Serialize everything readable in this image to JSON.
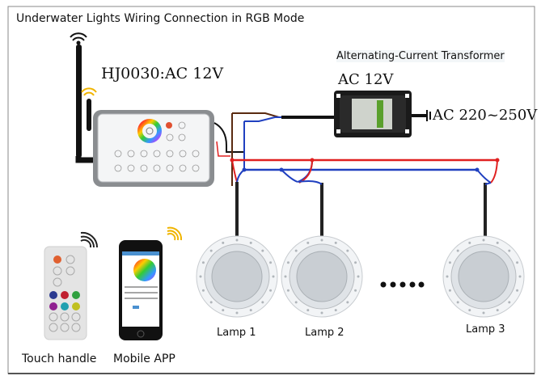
{
  "title": "Underwater Lights Wiring Connection in RGB Mode",
  "controller": {
    "label": "HJ0030:AC 12V"
  },
  "transformer": {
    "title": "Alternating-Current Transformer",
    "output": "AC 12V",
    "input": "AC 220~250V"
  },
  "lamps": [
    {
      "label": "Lamp 1"
    },
    {
      "label": "Lamp 2"
    },
    {
      "label": "Lamp 3"
    }
  ],
  "remote": {
    "label": "Touch handle"
  },
  "phone": {
    "label": "Mobile APP"
  },
  "colors": {
    "positive_wire": "#e02020",
    "negative_wire": "#2040c0",
    "brown_wire": "#5a2a10",
    "wifi": "#f0b400"
  }
}
